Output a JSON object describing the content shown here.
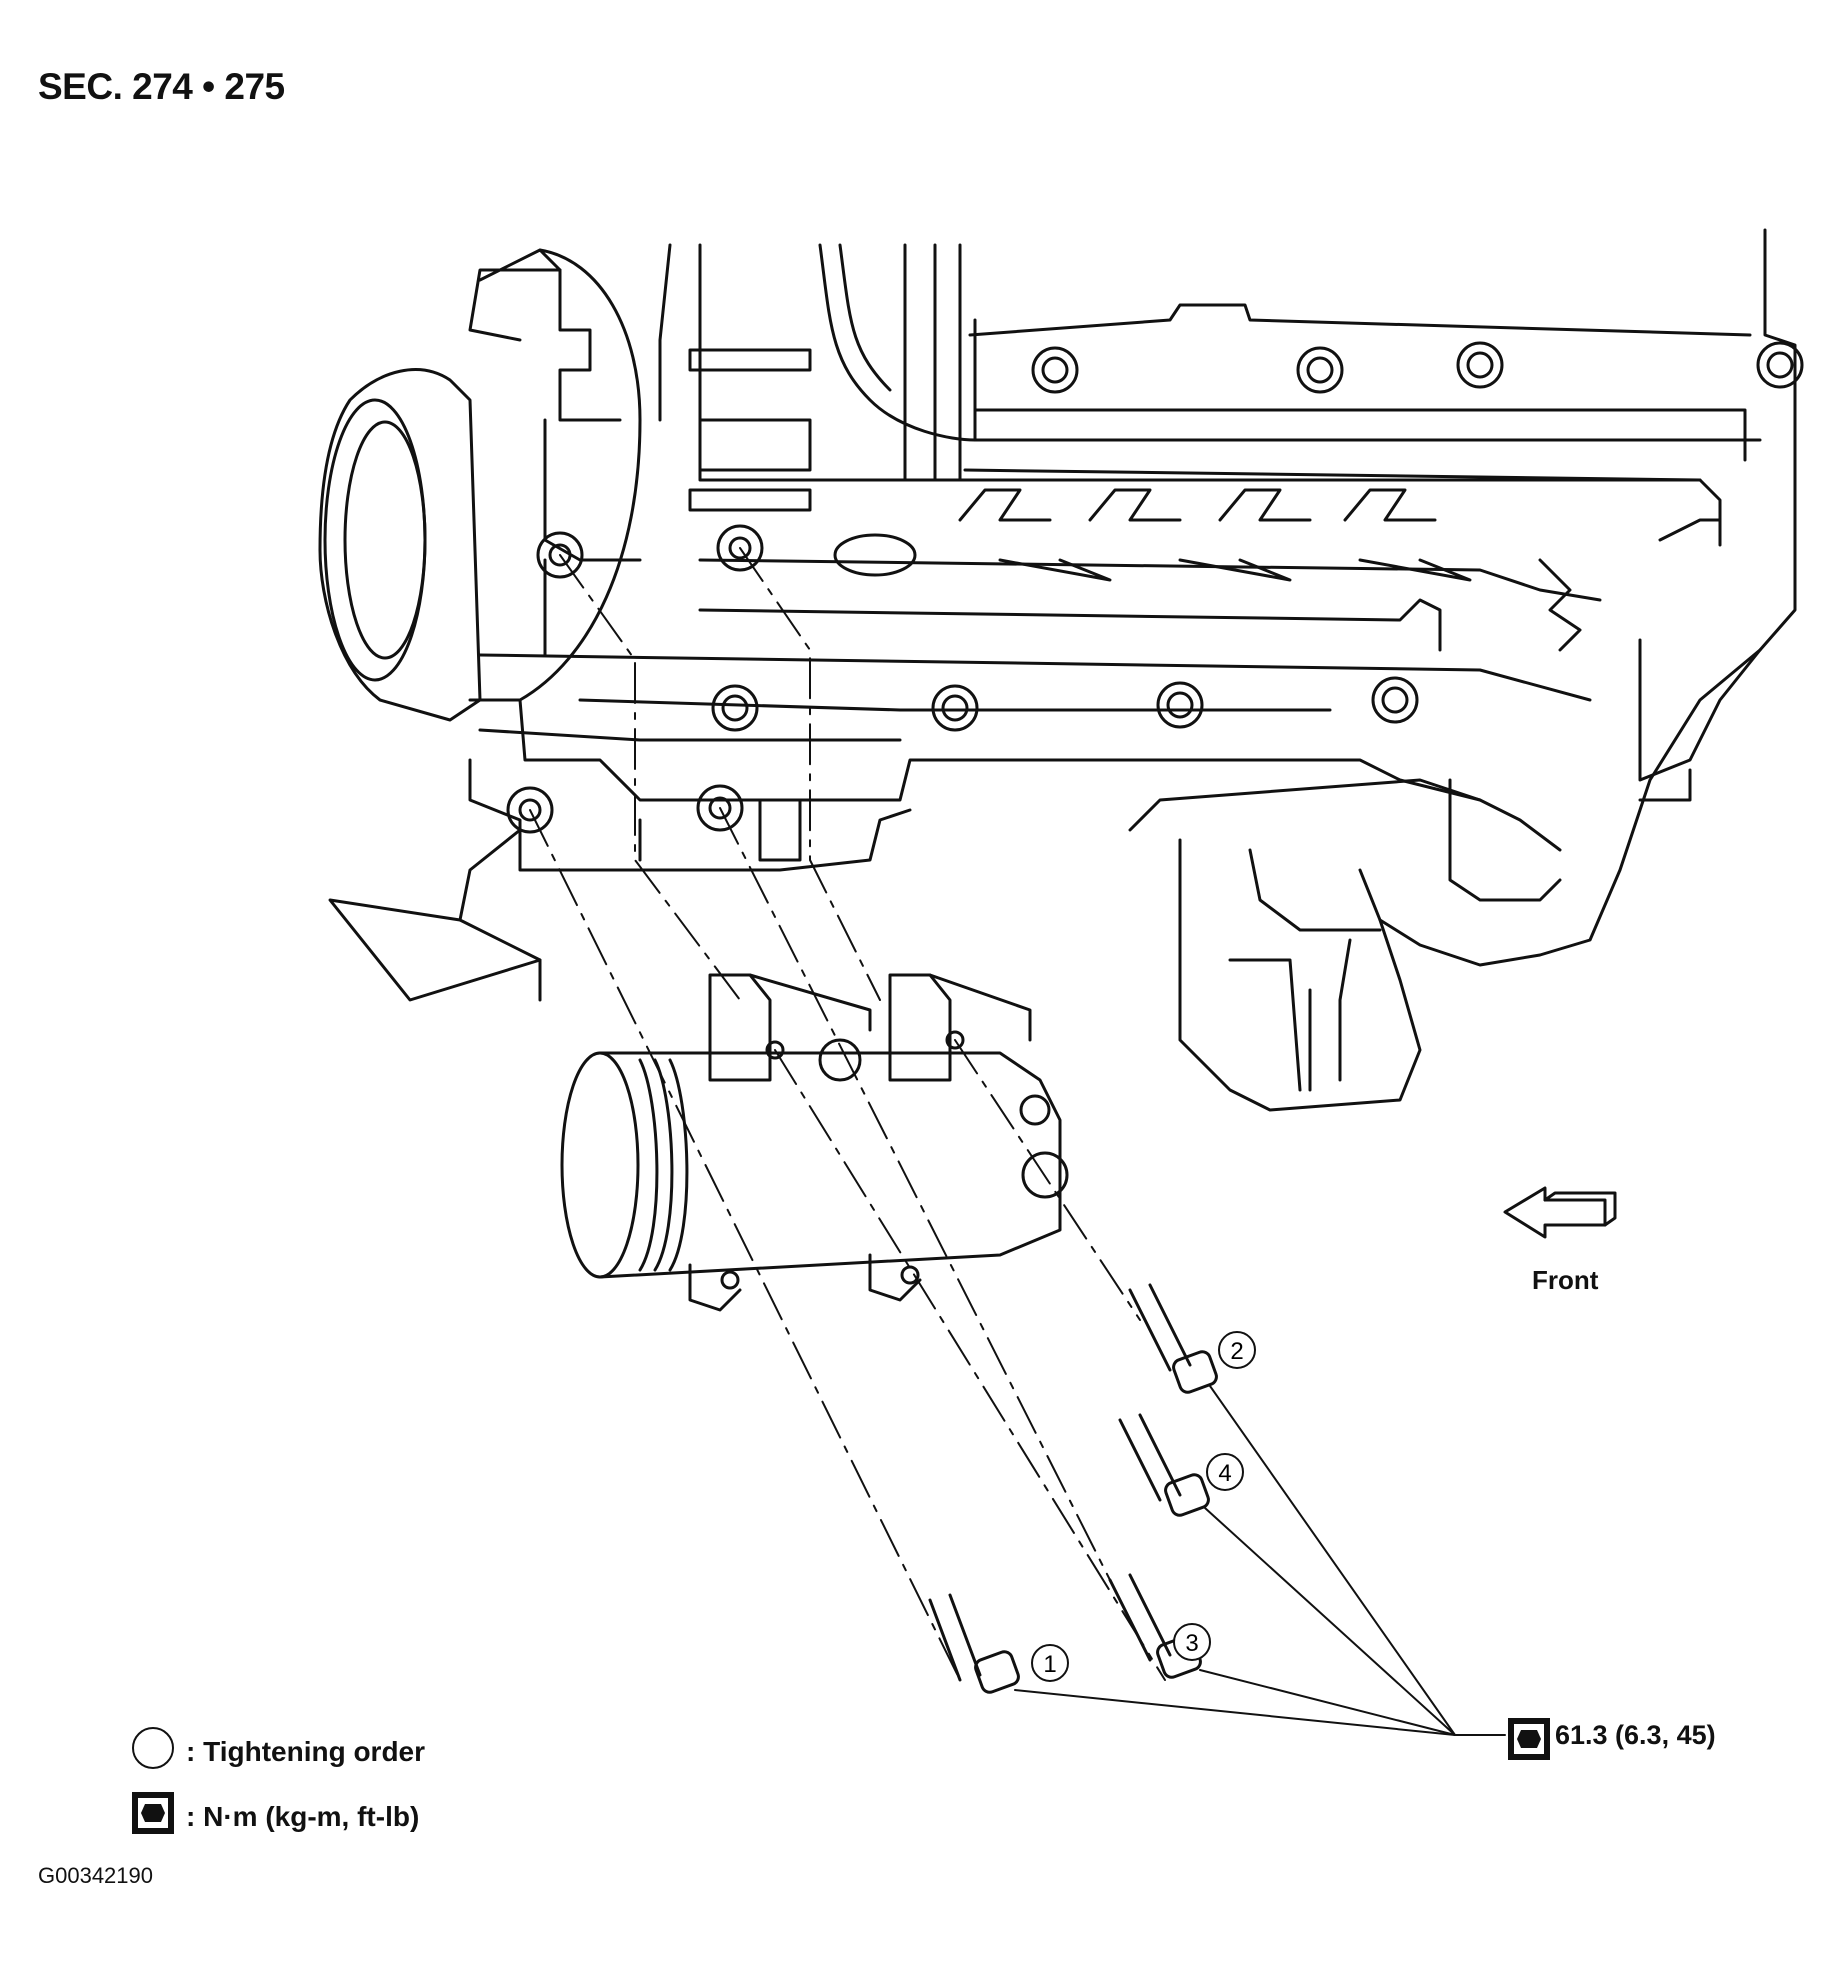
{
  "header": {
    "section": "SEC. 274 • 275"
  },
  "legend": {
    "circle_text": ": Tightening order",
    "torque_text": ": N·m (kg-m, ft-lb)"
  },
  "diagram": {
    "front_label": "Front",
    "torque_value": "61.3 (6.3, 45)",
    "bolts": [
      {
        "order": "1"
      },
      {
        "order": "2"
      },
      {
        "order": "3"
      },
      {
        "order": "4"
      }
    ]
  },
  "footer": {
    "figure_id": "G00342190"
  }
}
